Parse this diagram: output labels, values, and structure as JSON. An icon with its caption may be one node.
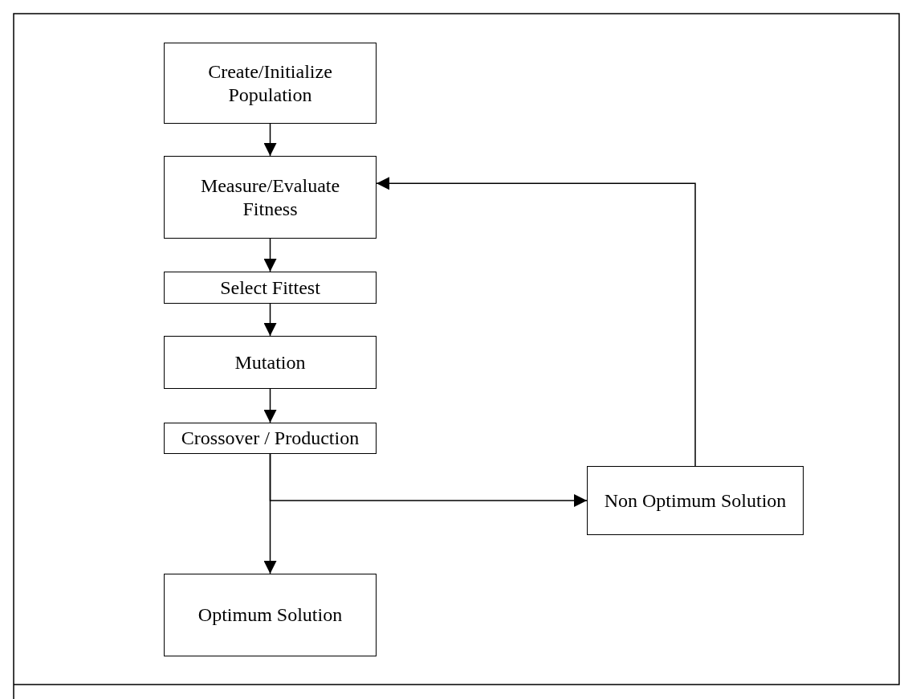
{
  "diagram": {
    "nodes": [
      {
        "text": [
          "Create/Initialize Population"
        ]
      },
      {
        "text": [
          "Measure/Evaluate Fitness"
        ]
      },
      {
        "text": [
          "Select Fittest"
        ]
      },
      {
        "text": [
          "Mutation"
        ]
      },
      {
        "text": [
          "Crossover / Production"
        ]
      },
      {
        "text": [
          "Non Optimum Solution"
        ]
      },
      {
        "text": [
          "Optimum Solution"
        ]
      }
    ],
    "edges": [
      {
        "from": 0,
        "to": 1,
        "arrow": "to"
      },
      {
        "from": 1,
        "to": 2,
        "arrow": "to"
      },
      {
        "from": 2,
        "to": 3,
        "arrow": "to"
      },
      {
        "from": 3,
        "to": 4,
        "arrow": "to"
      },
      {
        "from": 4,
        "to": 6,
        "arrow": "to"
      },
      {
        "from": 4,
        "to": 5,
        "arrow": "to"
      },
      {
        "from": 5,
        "to": 1,
        "arrow": "to"
      }
    ]
  }
}
